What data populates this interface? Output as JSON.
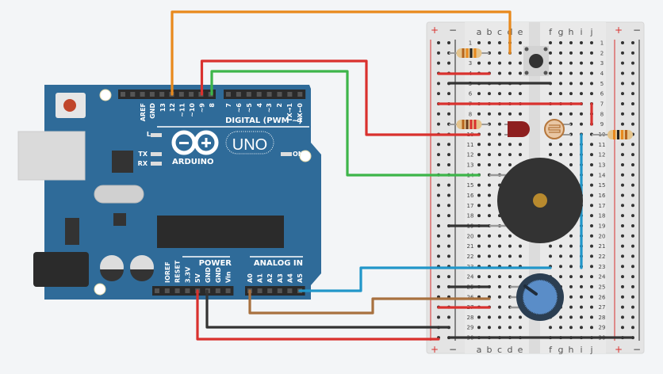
{
  "arduino": {
    "logo_text": "ARDUINO",
    "model": "UNO",
    "digital_section": "DIGITAL (PWM ~)",
    "power_section": "POWER",
    "analog_section": "ANALOG IN",
    "digital_pins": [
      "AREF",
      "GND",
      "13",
      "12",
      "~11",
      "~10",
      "~9",
      "8",
      "7",
      "~6",
      "~5",
      "4",
      "~3",
      "2",
      "TX→1",
      "RX←0"
    ],
    "power_pins": [
      "IOREF",
      "RESET",
      "3.3V",
      "5V",
      "GND",
      "GND",
      "Vin"
    ],
    "analog_pins": [
      "A0",
      "A1",
      "A2",
      "A3",
      "A4",
      "A5"
    ],
    "led_labels": {
      "l": "L",
      "tx": "TX",
      "rx": "RX",
      "on": "ON"
    },
    "board_color": "#2f6b99"
  },
  "breadboard": {
    "columns_left": [
      "a",
      "b",
      "c",
      "d",
      "e"
    ],
    "columns_right": [
      "f",
      "g",
      "h",
      "i",
      "j"
    ],
    "rows": [
      "1",
      "2",
      "3",
      "4",
      "5",
      "6",
      "7",
      "8",
      "9",
      "10",
      "11",
      "12",
      "13",
      "14",
      "15",
      "16",
      "17",
      "18",
      "19",
      "20",
      "21",
      "22",
      "23",
      "24",
      "25",
      "26",
      "27",
      "28",
      "29",
      "30"
    ],
    "rail_plus": "+",
    "rail_minus": "−"
  },
  "wire_colors": {
    "orange": "#e8891c",
    "red": "#d9312e",
    "green": "#3db54a",
    "blue": "#2196c9",
    "brown": "#a8713f",
    "black": "#333333"
  }
}
